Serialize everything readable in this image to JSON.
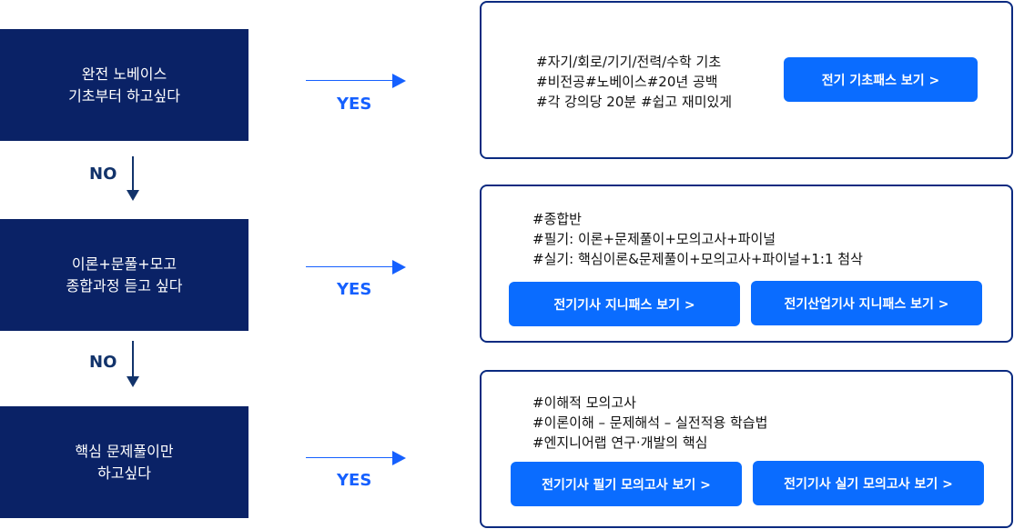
{
  "questions": [
    {
      "line1": "완전 노베이스",
      "line2": "기초부터 하고싶다"
    },
    {
      "line1": "이론+문풀+모고",
      "line2": "종합과정 듣고 싶다"
    },
    {
      "line1": "핵심 문제풀이만",
      "line2": "하고싶다"
    }
  ],
  "no_label": "NO",
  "yes_label": "YES",
  "cards": [
    {
      "tags": [
        "#자기/회로/기기/전력/수학 기초",
        "#비전공#노베이스#20년 공백",
        "#각 강의당 20분 #쉽고 재미있게"
      ],
      "buttons": [
        "전기 기초패스 보기  >"
      ]
    },
    {
      "tags": [
        "#종합반",
        "#필기: 이론+문제풀이+모의고사+파이널",
        "#실기: 핵심이론&문제풀이+모의고사+파이널+1:1 첨삭"
      ],
      "buttons": [
        "전기기사 지니패스 보기  >",
        "전기산업기사 지니패스 보기  >"
      ]
    },
    {
      "tags": [
        "#이해적 모의고사",
        "#이론이해 – 문제해석 – 실전적용 학습법",
        "#엔지니어랩 연구·개발의 핵심"
      ],
      "buttons": [
        "전기기사 필기 모의고사 보기  >",
        "전기기사 실기 모의고사 보기  >"
      ]
    }
  ],
  "colors": {
    "navy": "#0a2266",
    "accent": "#1560ff",
    "button": "#0a6cff"
  }
}
